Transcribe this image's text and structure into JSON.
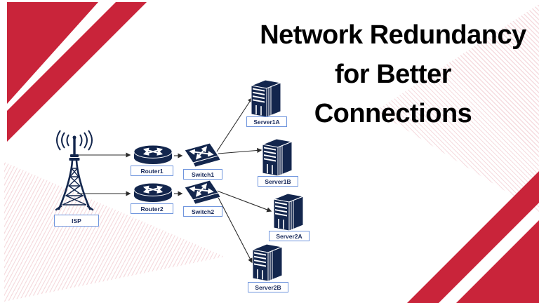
{
  "title": {
    "line1": "Network Redundancy",
    "line2": "for Better",
    "line3": "Connections"
  },
  "nodes": {
    "isp": {
      "label": "ISP",
      "type": "cell-tower"
    },
    "router1": {
      "label": "Router1",
      "type": "router"
    },
    "router2": {
      "label": "Router2",
      "type": "router"
    },
    "switch1": {
      "label": "Switch1",
      "type": "switch"
    },
    "switch2": {
      "label": "Switch2",
      "type": "switch"
    },
    "server1a": {
      "label": "Server1A",
      "type": "server"
    },
    "server1b": {
      "label": "Server1B",
      "type": "server"
    },
    "server2a": {
      "label": "Server2A",
      "type": "server"
    },
    "server2b": {
      "label": "Server2B",
      "type": "server"
    }
  },
  "connections": [
    {
      "from": "ISP",
      "to": "Router1"
    },
    {
      "from": "ISP",
      "to": "Router2"
    },
    {
      "from": "Router1",
      "to": "Switch1"
    },
    {
      "from": "Router2",
      "to": "Switch2"
    },
    {
      "from": "Switch1",
      "to": "Server1A"
    },
    {
      "from": "Switch1",
      "to": "Server1B"
    },
    {
      "from": "Switch2",
      "to": "Server2A"
    },
    {
      "from": "Switch2",
      "to": "Server2B"
    }
  ],
  "colors": {
    "accent_red": "#C9243A",
    "icon_navy": "#13264D",
    "label_border": "#6F95DD",
    "label_text": "#1A2B5C",
    "title_text": "#000000",
    "connector": "#2B2B2B",
    "pattern_pink": "rgba(201,36,58,0.16)"
  }
}
